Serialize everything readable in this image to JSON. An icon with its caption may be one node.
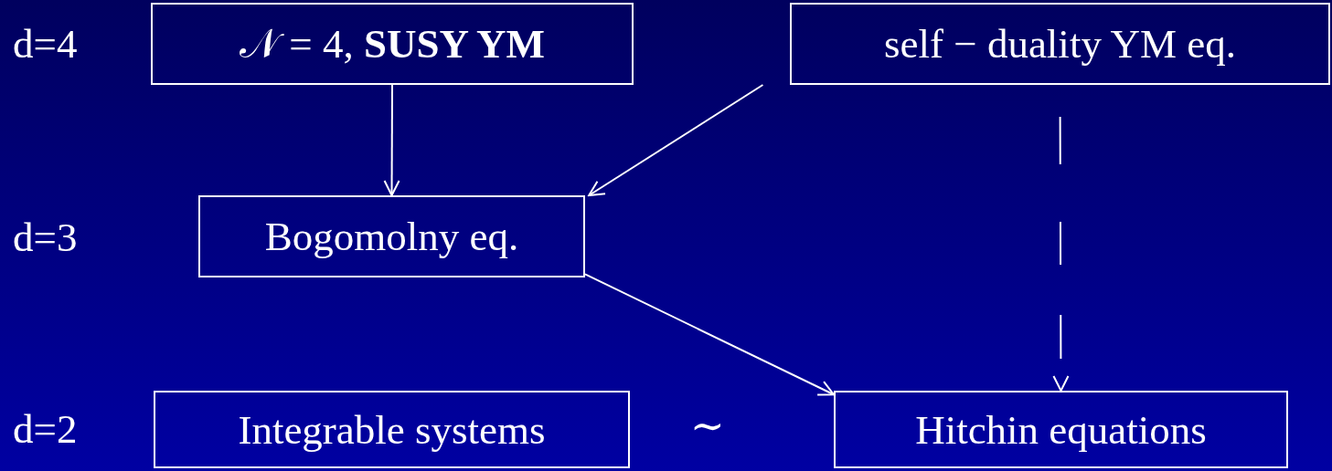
{
  "diagram": {
    "nodes": [
      {
        "text": [
          "𝒩 = 4,  **SUSY YM**"
        ]
      },
      {
        "text": [
          "self − duality YM eq."
        ]
      },
      {
        "text": [
          "Bogomolny eq."
        ]
      },
      {
        "text": [
          "Integrable systems"
        ]
      },
      {
        "text": [
          "Hitchin equations"
        ]
      }
    ],
    "edges": [
      {
        "from": 0,
        "to": 2,
        "arrow": "to"
      },
      {
        "from": 1,
        "to": 2,
        "arrow": "to"
      },
      {
        "from": 2,
        "to": 4,
        "arrow": "to"
      },
      {
        "from": 1,
        "to": 4,
        "arrow": "to",
        "style": "dashed"
      }
    ],
    "labels": [
      "d=4",
      "d=3",
      "d=2",
      "∼"
    ]
  }
}
